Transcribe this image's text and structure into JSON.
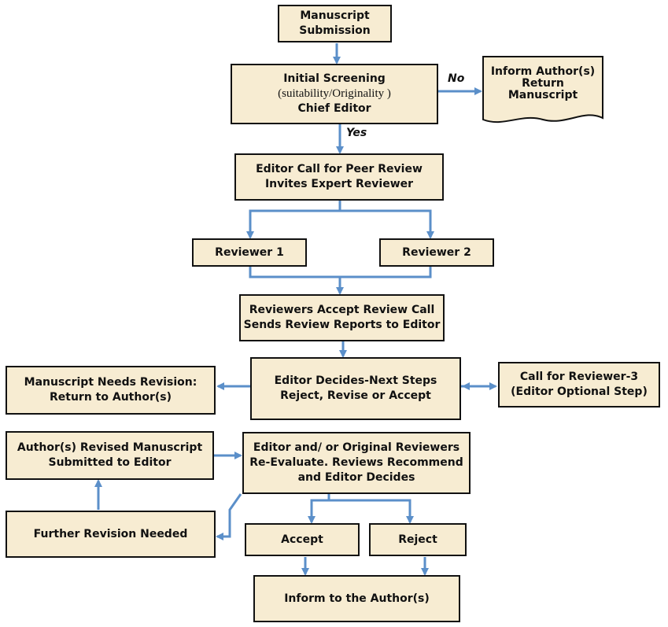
{
  "colors": {
    "node_fill": "#f7ecd2",
    "node_border": "#111111",
    "arrow": "#5b8fc9"
  },
  "nodes": {
    "submission": {
      "lines": [
        "Manuscript",
        "Submission"
      ]
    },
    "screening": {
      "lines": [
        "Initial Screening",
        "(suitability/Originality )",
        "Chief Editor"
      ]
    },
    "inform_return": {
      "lines": [
        "Inform Author(s)",
        "Return",
        "Manuscript"
      ]
    },
    "peer_review": {
      "lines": [
        "Editor Call for Peer Review",
        "Invites Expert Reviewer"
      ]
    },
    "reviewer1": {
      "lines": [
        "Reviewer 1"
      ]
    },
    "reviewer2": {
      "lines": [
        "Reviewer 2"
      ]
    },
    "accept_call": {
      "lines": [
        "Reviewers Accept Review Call",
        "Sends Review Reports to Editor"
      ]
    },
    "editor_decides": {
      "lines": [
        "Editor Decides-Next Steps",
        "Reject, Revise or Accept"
      ]
    },
    "needs_revision": {
      "lines": [
        "Manuscript Needs Revision:",
        "Return to Author(s)"
      ]
    },
    "reviewer3": {
      "lines": [
        "Call for Reviewer-3",
        "(Editor Optional Step)"
      ]
    },
    "revised": {
      "lines": [
        "Author(s) Revised Manuscript",
        "Submitted to Editor"
      ]
    },
    "reevaluate": {
      "lines": [
        "Editor and/ or Original Reviewers",
        "Re-Evaluate. Reviews Recommend",
        "and Editor Decides"
      ]
    },
    "further": {
      "lines": [
        "Further Revision Needed"
      ]
    },
    "accept": {
      "lines": [
        "Accept"
      ]
    },
    "reject": {
      "lines": [
        "Reject"
      ]
    },
    "inform_final": {
      "lines": [
        "Inform to the Author(s)"
      ]
    }
  },
  "edge_labels": {
    "no": "No",
    "yes": "Yes"
  }
}
